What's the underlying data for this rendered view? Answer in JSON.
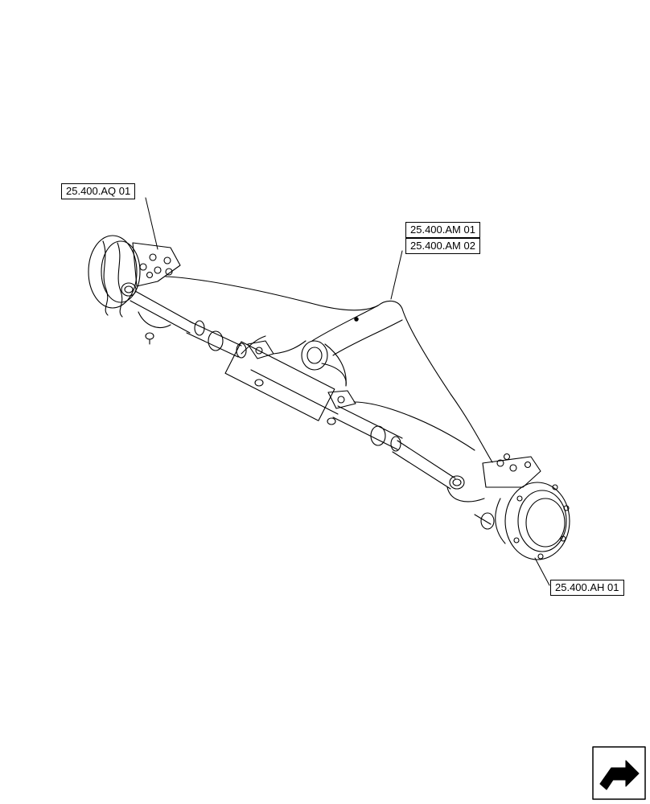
{
  "callouts": {
    "aq01": "25.400.AQ 01",
    "am01": "25.400.AM 01",
    "am02": "25.400.AM 02",
    "ah01": "25.400.AH 01"
  },
  "icons": {
    "navigation": "next-page-arrow-icon"
  }
}
